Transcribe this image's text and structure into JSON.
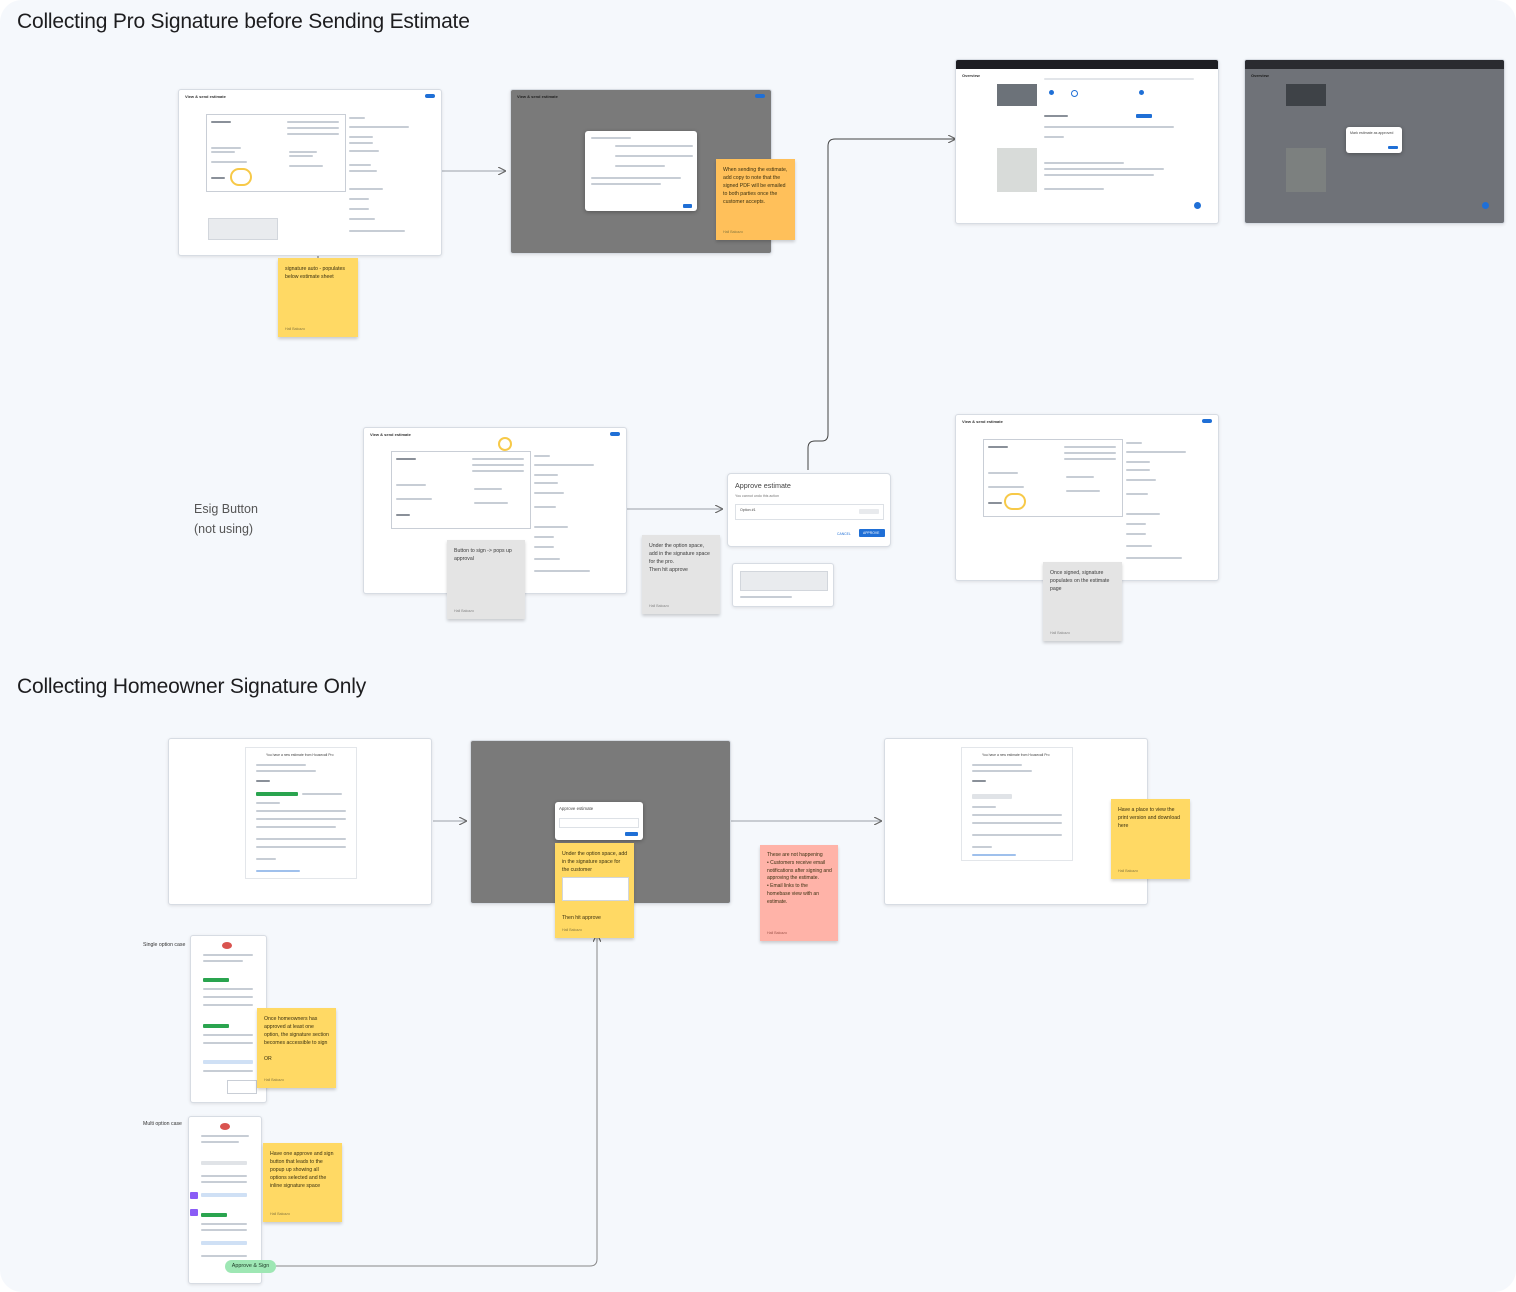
{
  "sections": {
    "pro": "Collecting Pro Signature before Sending Estimate",
    "homeowner": "Collecting Homeowner Signature Only"
  },
  "side_label": "Esig Button\n(not using)",
  "case_labels": {
    "single": "Single option case",
    "multi": "Multi option case"
  },
  "stickies": {
    "auto_populates": "signature auto - populates below estimate sheet",
    "send_note": "When sending the estimate, add copy to note that the signed PDF will be emailed to both parties once the customer accepts.",
    "button_sign": "Button to sign -> pops up approval",
    "under_option_pro": "Under the option space, add in the signature space for the pro.\nThen hit approve",
    "once_signed": "Once signed, signature populates on the estimate page",
    "under_option_customer": "Under the option space, add in the signature space for the customer",
    "then_approve": "Then hit approve",
    "not_happening": "These are not happening\n• Customers receive email notifications after signing and approving the estimate.\n• Email links to the homebase view with an estimate.",
    "print_version": "Have a place to view the print version and download here",
    "once_homeowner": "Once homeowners has approved at least one option, the signature section becomes accessible to sign\n\nOR",
    "one_approve": "Have one approve and sign button that leads to the popup up showing all options selected and the inline signature space",
    "author": "Hall Balcazo"
  },
  "approve_pill": "Approve & Sign",
  "screen_labels": {
    "view_send": "View & send estimate",
    "approve_title": "Approve estimate",
    "approve_sub": "You cannot undo this action",
    "option": "Option #1",
    "cancel": "CANCEL",
    "approve": "APPROVE",
    "your_estimate": "You have a new estimate from Housecall Pro",
    "overview": "Overview",
    "estimate_approved": "Mark estimate as approved"
  },
  "colors": {
    "board": "#f5f8fc",
    "sticky_yellow": "#ffd964",
    "sticky_orange": "#ffc05a",
    "sticky_grey": "#e4e4e4",
    "sticky_pink": "#ffb3a8",
    "connector": "#555555",
    "accent_blue": "#1f6fd6",
    "highlight": "#f7c948"
  }
}
